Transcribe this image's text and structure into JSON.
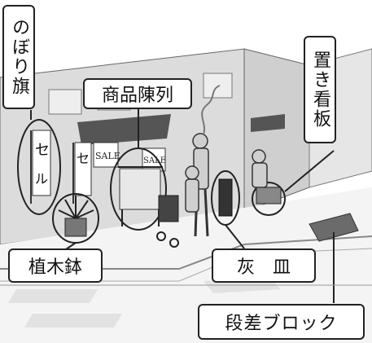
{
  "labels": {
    "nobori": "のぼり旗",
    "display": "商品陳列",
    "signboard": "置き看板",
    "planter": "植木鉢",
    "ashtray": "灰　皿",
    "step_block": "段差ブロック"
  },
  "signs": {
    "sale": "SALE",
    "se": "セ",
    "ru": "ル"
  },
  "colors": {
    "ink": "#222222",
    "building": "#d9d9d9",
    "road": "#f2f2f2",
    "block": "#6b6b6b",
    "awning": "#555555"
  }
}
